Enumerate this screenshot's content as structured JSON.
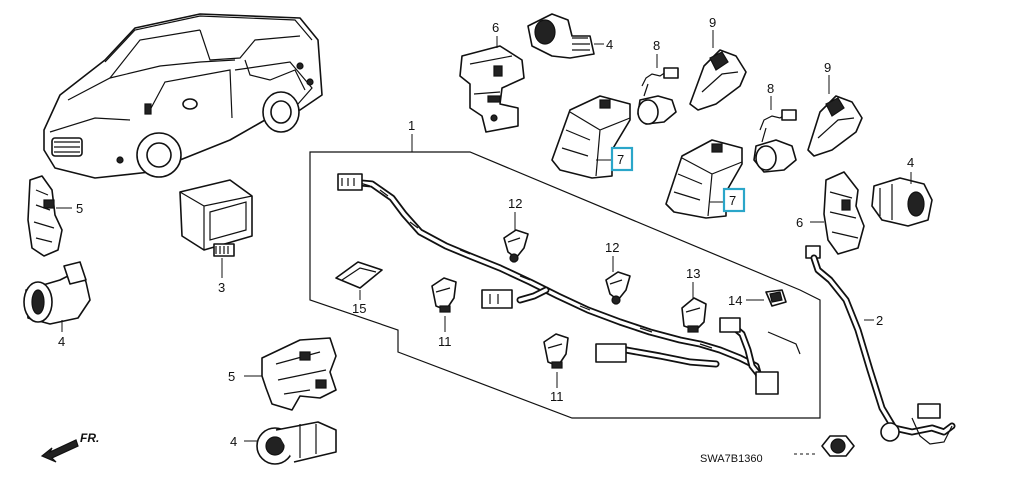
{
  "callouts": {
    "c1": "1",
    "c2": "2",
    "c3": "3",
    "c4_top": "4",
    "c4_right": "4",
    "c4_left": "4",
    "c4_bottom": "4",
    "c5_left": "5",
    "c5_bottom": "5",
    "c6_top": "6",
    "c6_right": "6",
    "c7_a": "7",
    "c7_b": "7",
    "c8_a": "8",
    "c8_b": "8",
    "c9_a": "9",
    "c9_b": "9",
    "c11_a": "11",
    "c11_b": "11",
    "c12_a": "12",
    "c12_b": "12",
    "c13": "13",
    "c14": "14",
    "c15": "15"
  },
  "direction_label": "FR.",
  "diagram_code": "SWA7B1360",
  "highlight_color": "#2aa6c9"
}
